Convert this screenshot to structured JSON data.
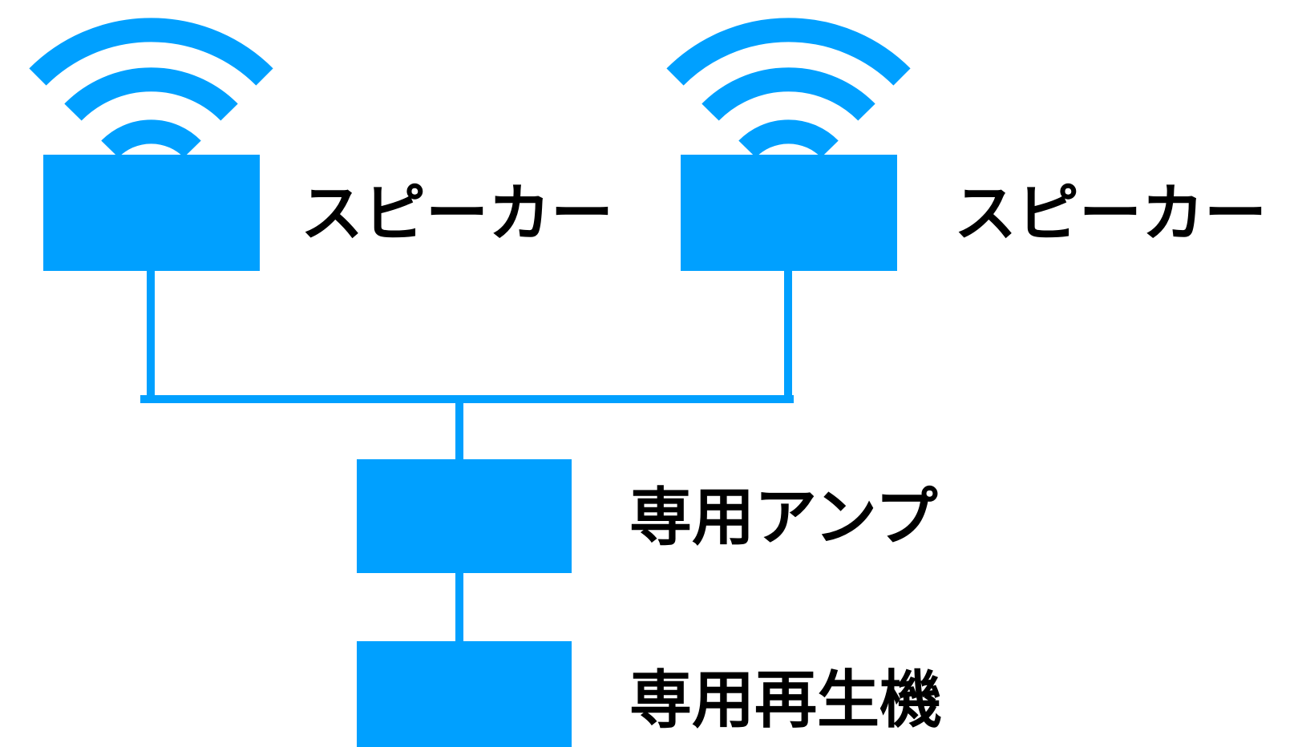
{
  "nodes": {
    "speaker_left": {
      "label": "スピーカー",
      "icon": "wireless-signal-icon"
    },
    "speaker_right": {
      "label": "スピーカー",
      "icon": "wireless-signal-icon"
    },
    "amplifier": {
      "label": "専用アンプ"
    },
    "player": {
      "label": "専用再生機"
    }
  },
  "colors": {
    "accent": "#00a0ff",
    "text": "#000000",
    "background": "#ffffff"
  }
}
